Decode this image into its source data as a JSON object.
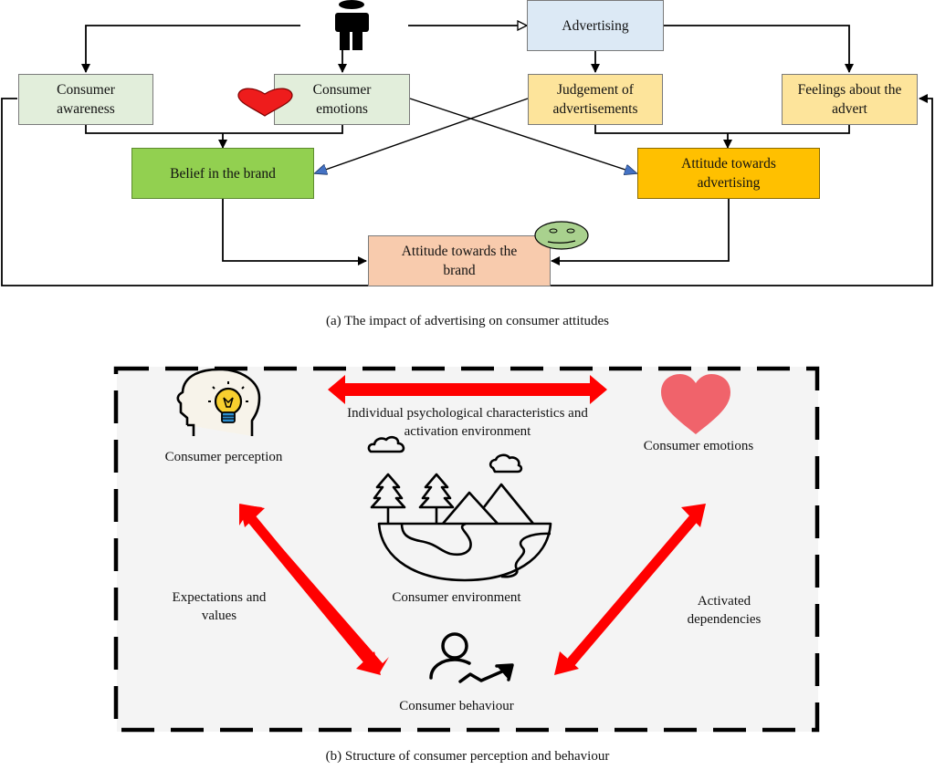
{
  "panel_a": {
    "caption": "(a) The impact of advertising on consumer attitudes",
    "nodes": {
      "advertising": {
        "label": "Advertising",
        "color": "#dce9f5"
      },
      "consumer_awareness": {
        "line1": "Consumer",
        "line2": "awareness",
        "color": "#e2eedb"
      },
      "consumer_emotions": {
        "line1": "Consumer",
        "line2": "emotions",
        "color": "#e2eedb"
      },
      "judgement_of_advertisements": {
        "line1": "Judgement of",
        "line2": "advertisements",
        "color": "#fde49b"
      },
      "feelings_about_the_advert": {
        "line1": "Feelings about the",
        "line2": "advert",
        "color": "#fde49b"
      },
      "belief_in_the_brand": {
        "label": "Belief in the brand",
        "color": "#92d050"
      },
      "attitude_towards_advertising": {
        "line1": "Attitude towards",
        "line2": "advertising",
        "color": "#ffc000"
      },
      "attitude_towards_the_brand": {
        "line1": "Attitude towards the",
        "line2": "brand",
        "color": "#f8cbad"
      }
    },
    "icons": [
      "person-icon",
      "heart-icon",
      "smiley-face-icon"
    ],
    "edges": [
      [
        "person",
        "consumer_awareness"
      ],
      [
        "person",
        "consumer_emotions"
      ],
      [
        "person",
        "advertising"
      ],
      [
        "advertising",
        "judgement_of_advertisements"
      ],
      [
        "advertising",
        "feelings_about_the_advert"
      ],
      [
        "consumer_awareness + consumer_emotions",
        "belief_in_the_brand"
      ],
      [
        "judgement_of_advertisements + feelings_about_the_advert",
        "attitude_towards_advertising"
      ],
      [
        "judgement_of_advertisements",
        "belief_in_the_brand"
      ],
      [
        "consumer_emotions",
        "attitude_towards_advertising"
      ],
      [
        "belief_in_the_brand",
        "attitude_towards_the_brand"
      ],
      [
        "attitude_towards_advertising",
        "attitude_towards_the_brand"
      ],
      [
        "consumer_awareness (feedback loop)",
        "feelings_about_the_advert"
      ]
    ]
  },
  "panel_b": {
    "caption": "(b) Structure of consumer perception and behaviour",
    "nodes": {
      "consumer_perception": "Consumer perception",
      "consumer_emotions": "Consumer emotions",
      "consumer_environment": "Consumer environment",
      "consumer_behaviour": "Consumer behaviour"
    },
    "relations": {
      "top": {
        "line1": "Individual psychological characteristics and",
        "line2": "activation environment"
      },
      "left": {
        "line1": "Expectations and",
        "line2": "values"
      },
      "right": {
        "line1": "Activated",
        "line2": "dependencies"
      }
    },
    "colors": {
      "arrow": "#ff0000",
      "heart": "#f0636b",
      "bulb": "#f7cf2f",
      "bulb_base": "#2d8fd0",
      "panel_bg": "#f4f4f4"
    }
  }
}
